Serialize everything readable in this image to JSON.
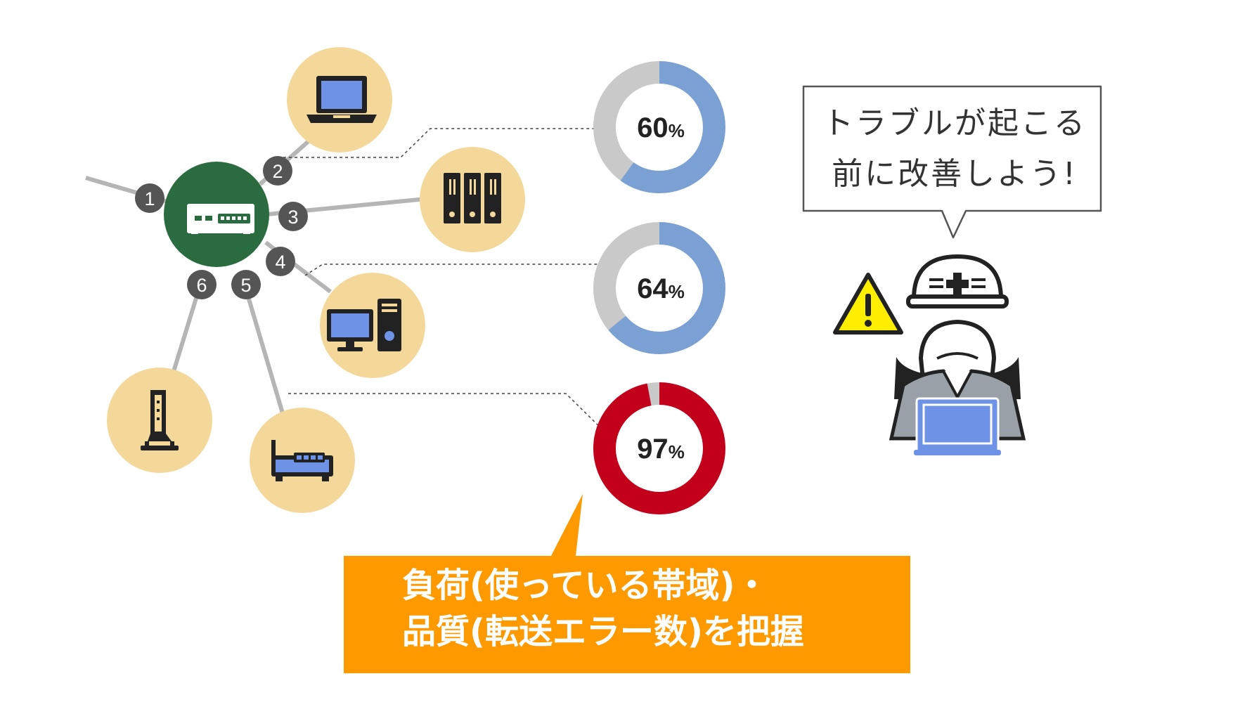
{
  "ports": [
    "1",
    "2",
    "3",
    "4",
    "5",
    "6"
  ],
  "gauges": [
    {
      "value": 60,
      "label": "60",
      "unit": "%"
    },
    {
      "value": 64,
      "label": "64",
      "unit": "%"
    },
    {
      "value": 97,
      "label": "97",
      "unit": "%"
    }
  ],
  "speech": {
    "line1": "トラブルが起こる",
    "line2": "前に改善しよう!"
  },
  "callout": {
    "line1": "負荷(使っている帯域)・",
    "line2": "品質(転送エラー数)を把握"
  },
  "colors": {
    "hub": "#2a6b3f",
    "device_bg": "#f3d899",
    "port_badge": "#555555",
    "link": "#b5b5b5",
    "gauge_normal": "#7ba0d4",
    "gauge_alert": "#c3001c",
    "gauge_rest": "#c9c9c9",
    "callout_bg": "#ff9900",
    "screen": "#6e93e6"
  }
}
